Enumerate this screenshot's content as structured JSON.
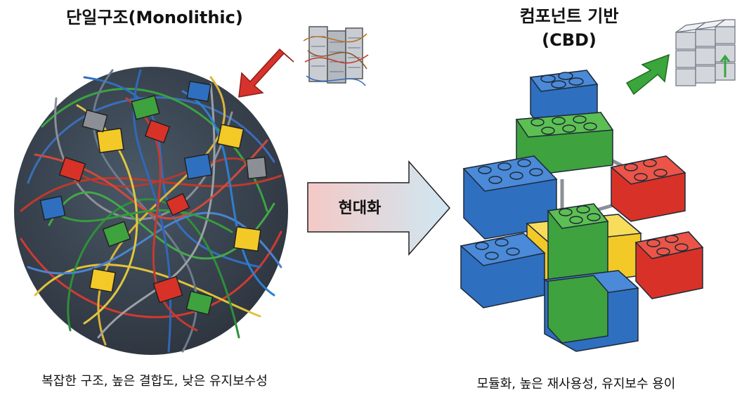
{
  "left": {
    "title": "단일구조(Monolithic)",
    "caption": "복잡한 구조, 높은 결합도, 낮은 유지보수성",
    "icon": "server-rack-icon",
    "arrow_color": "#d8322c"
  },
  "center": {
    "label": "현대화",
    "gradient_from": "#f4c9c6",
    "gradient_to": "#cfe7f2"
  },
  "right": {
    "title_line1": "컴포넌트 기반",
    "title_line2": "(CBD)",
    "caption": "모듈화, 높은 재사용성, 유지보수 용이",
    "icon": "server-blocks-icon",
    "arrow_color": "#3aa63c"
  },
  "colors": {
    "blue": "#2f6fc0",
    "green": "#3ea23f",
    "red": "#d83228",
    "yellow": "#f3c928"
  }
}
